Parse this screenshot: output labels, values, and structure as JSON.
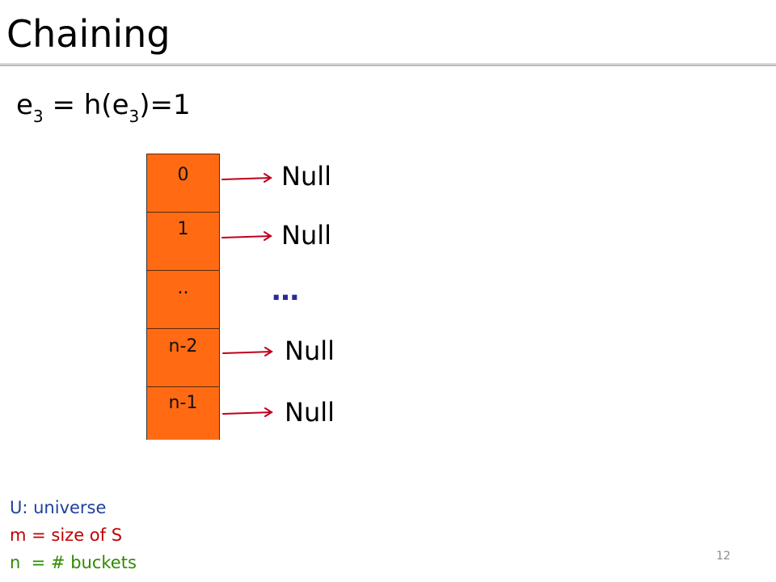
{
  "slide": {
    "title": "Chaining",
    "page_number": "12"
  },
  "equation": {
    "lhs_var": "e",
    "lhs_sub": "3",
    "middle": " = h(e",
    "rhs_sub": "3",
    "tail": ")=1"
  },
  "hash_table": {
    "fill_color": "#ff6a13",
    "buckets": [
      "0",
      "1",
      "..",
      "n-2",
      "n-1"
    ]
  },
  "chains": {
    "null_label": "Null",
    "ellipsis": "…",
    "arrow_color": "#c0001a"
  },
  "legend": {
    "u_line": "U: universe",
    "m_line": "m = size of S",
    "n_line": "n  = # buckets",
    "u_color": "#1f3f9f",
    "m_color": "#c00000",
    "n_color": "#2e8b00"
  }
}
